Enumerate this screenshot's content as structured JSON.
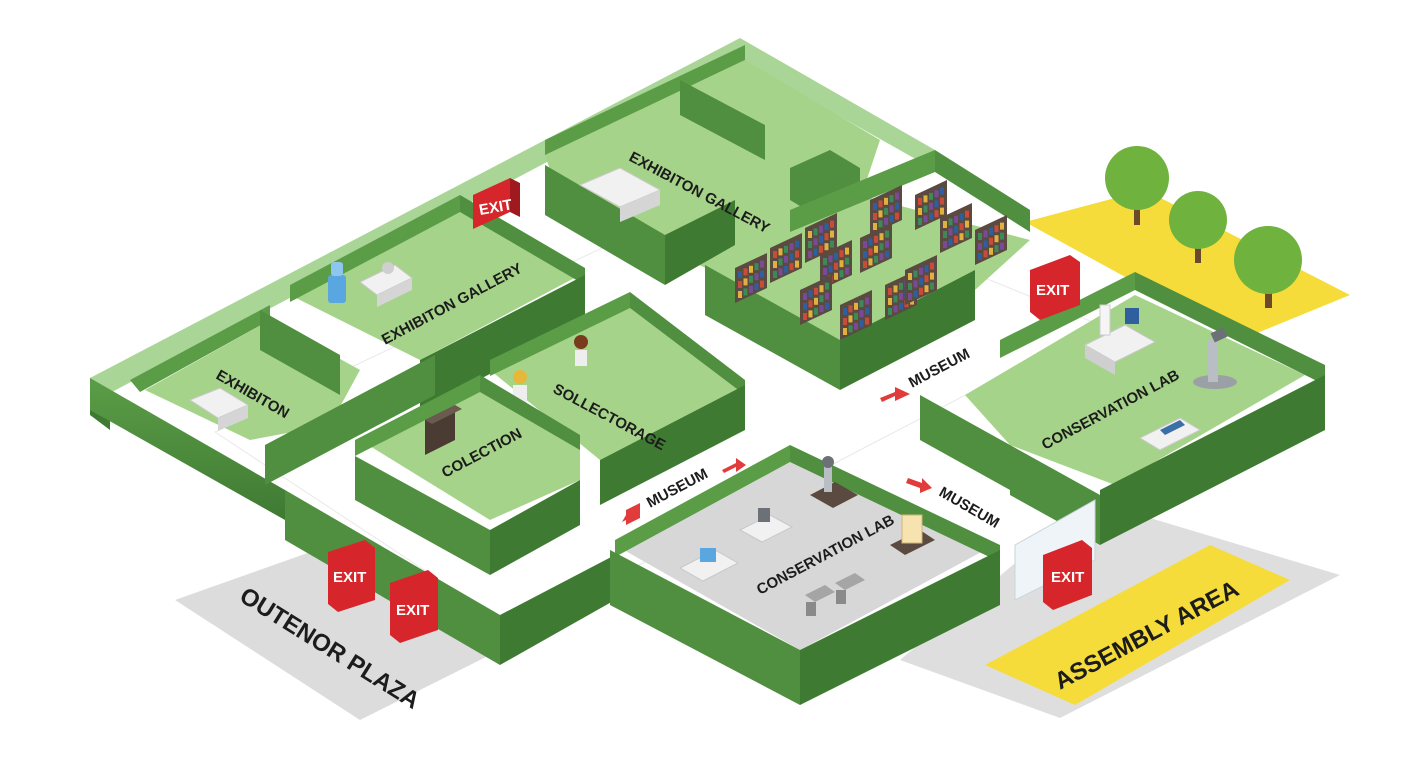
{
  "rooms": {
    "exhibition_gallery_north": "EXHIBITON GALLERY",
    "exhibition_gallery_west": "EXHIBITON GALLERY",
    "exhibition": "EXHIBITON",
    "sollectorage": "SOLLECTORAGE",
    "colection": "COLECTION",
    "conservation_lab_east": "CONSERVATION LAB",
    "conservation_lab_south": "CONSERVATION LAB"
  },
  "exits": [
    "EXIT",
    "EXIT",
    "EXIT",
    "EXIT",
    "EXIT"
  ],
  "wayfinding": [
    "MUSEUM",
    "MUSEUM",
    "MUSEUM"
  ],
  "outdoor": {
    "plaza": "OUTENOR PLAZA",
    "assembly": "ASSEMBLY AREA"
  },
  "colors": {
    "wall": "#4f8f3f",
    "wall_dark": "#3f7a33",
    "floor": "#a6d38a",
    "floor_grey": "#d9d9d9",
    "exit_red": "#d7262b",
    "assembly_yellow": "#f6dc3a",
    "arrow_red": "#e23b3b",
    "tree": "#6fb23e"
  },
  "icons": [
    "bookshelf-icon",
    "microscope-icon",
    "water-cooler-icon",
    "statue-icon",
    "chair-icon",
    "tree-icon",
    "arrow-icon"
  ]
}
